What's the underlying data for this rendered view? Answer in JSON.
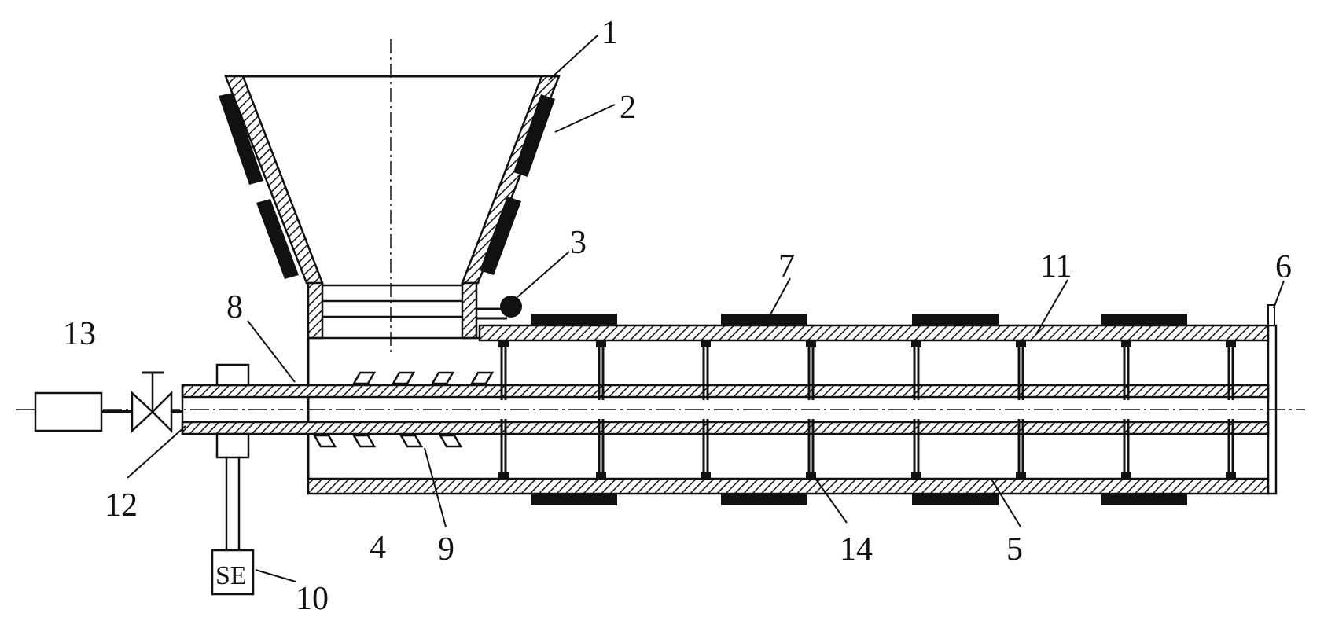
{
  "labels": {
    "n1": "1",
    "n2": "2",
    "n3": "3",
    "n4": "4",
    "n5": "5",
    "n6": "6",
    "n7": "7",
    "n8": "8",
    "n9": "9",
    "n10": "10",
    "n11": "11",
    "n12": "12",
    "n13": "13",
    "n14": "14",
    "motor": "SE"
  },
  "colors": {
    "ink": "#111111",
    "background": "#ffffff"
  }
}
